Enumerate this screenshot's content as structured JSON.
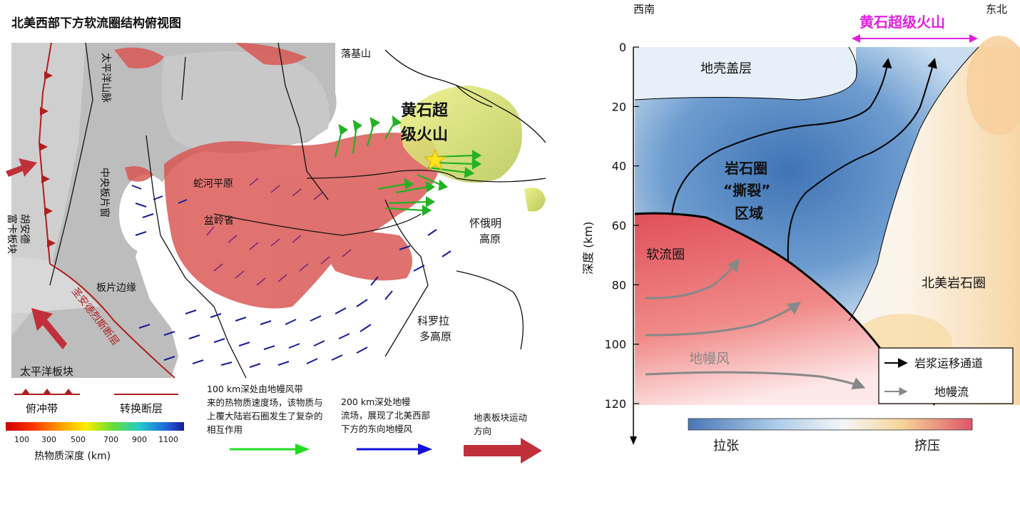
{
  "left_panel": {
    "title": "北美西部下方软流圈结构俯视图",
    "labels": {
      "rocky_mountains": "落基山",
      "pacific_mountains": "太平洋山脉",
      "central_slab_window": "中央板片窗",
      "snake_river_plain": "蛇河平原",
      "basin_range": "盆岭省",
      "wyoming_plateau": "怀俄明高原",
      "slab_edge": "板片边缘",
      "colorado_plateau": "科罗拉多高原",
      "juan_de_fuca_plate": "胡安德富卡板块",
      "pacific_plate": "太平洋板块",
      "san_andreas_fault": "圣安德烈斯断层",
      "yellowstone": "黄石超级火山"
    },
    "legend": {
      "subduction_zone": "俯冲带",
      "transform_fault": "转换断层",
      "depth_ticks": [
        "100",
        "300",
        "500",
        "700",
        "900",
        "1100"
      ],
      "depth_title": "热物质深度 (km)",
      "green_caption": "100 km深处由地幔风带来的热物质速度场，该物质与上覆大陆岩石圈发生了复杂的相互作用",
      "blue_caption": "200 km深处地幔流场，展现了北美西部下方的东向地幔风",
      "red_caption": "地表板块运动方向"
    },
    "colors": {
      "hot_material": "#d9534f",
      "slab": "#b8b8b8",
      "green_arrows": "#22b322",
      "blue_arrows": "#1a1a9c",
      "plate_arrows": "#c0303a",
      "faults": "#b01e1e"
    }
  },
  "right_panel": {
    "corner_left": "西南",
    "corner_right": "东北",
    "yellowstone_label": "黄石超级火山",
    "y_axis_label": "深度 (km)",
    "y_ticks": [
      "0",
      "20",
      "40",
      "60",
      "80",
      "100",
      "120"
    ],
    "regions": {
      "crust_cap": "地壳盖层",
      "tear_line1": "岩石圈",
      "tear_line2": "“撕裂”",
      "tear_line3": "区域",
      "asthenosphere": "软流圈",
      "na_lithosphere": "北美岩石圈",
      "mantle_wind": "地幔风"
    },
    "legend": {
      "magma_channel": "岩浆运移通道",
      "mantle_flow": "地幔流"
    },
    "colorbar": {
      "left": "拉张",
      "right": "挤压"
    },
    "colors": {
      "yellowstone": "#e020e0",
      "extension": "#3a6fb0",
      "compression": "#d9534f"
    }
  }
}
